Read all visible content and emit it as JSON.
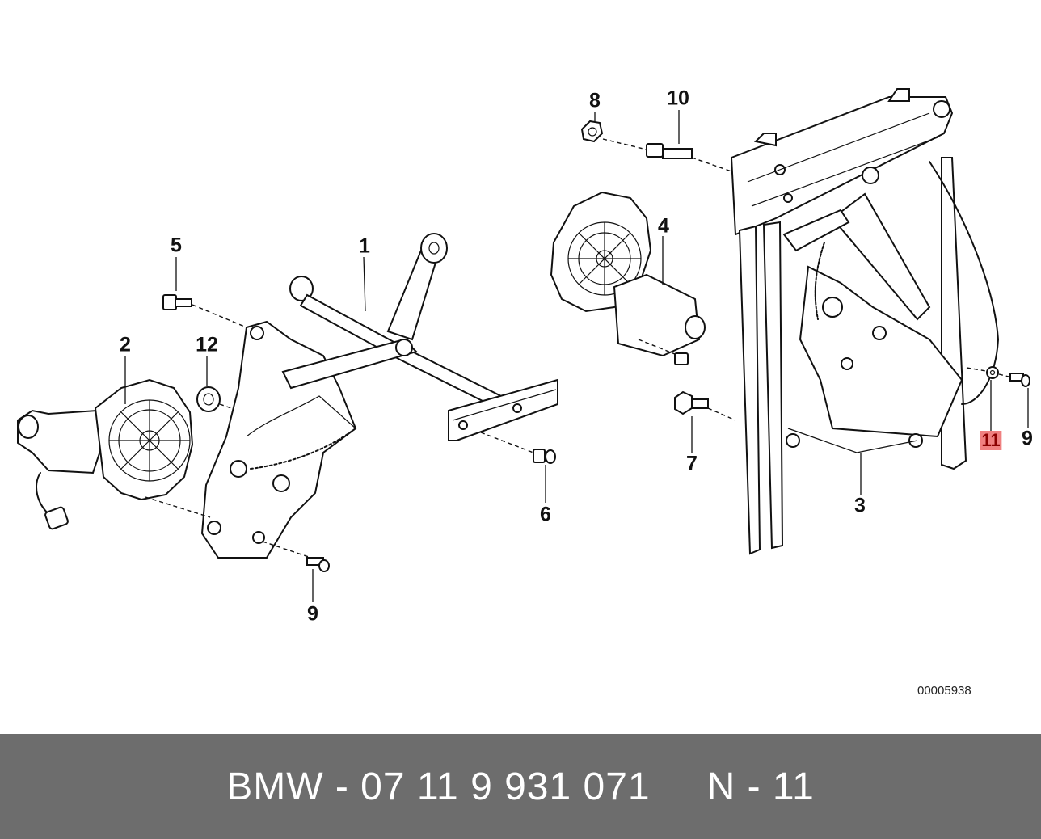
{
  "callouts": {
    "c1": "1",
    "c2": "2",
    "c3": "3",
    "c4": "4",
    "c5": "5",
    "c6": "6",
    "c7": "7",
    "c8": "8",
    "c9a": "9",
    "c9b": "9",
    "c10": "10",
    "c11": "11",
    "c12": "12"
  },
  "drawing_number": "00005938",
  "footer": {
    "part": "BMW - 07 11 9 931 071",
    "position": "N - 11"
  },
  "highlight_color": "#f08080",
  "footer_color": "#6d6d6d"
}
